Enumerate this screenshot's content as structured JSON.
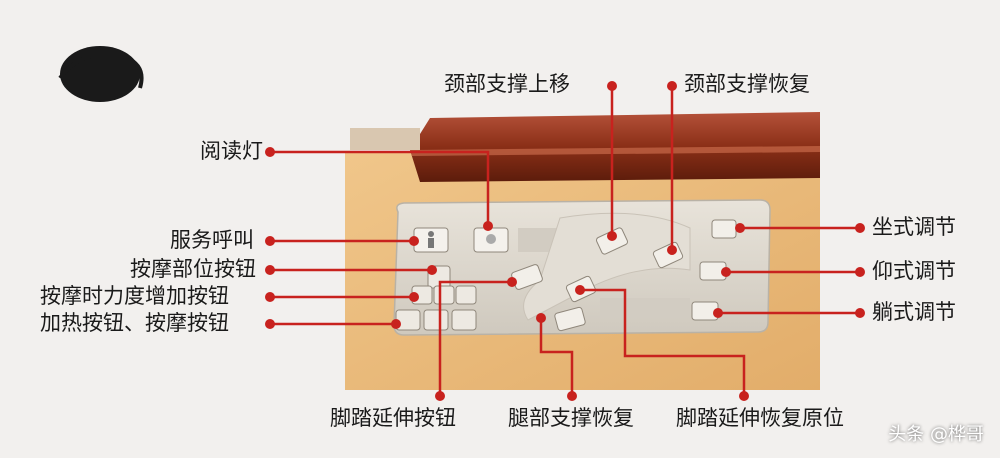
{
  "labels": {
    "neck_up": "颈部支撑上移",
    "neck_reset": "颈部支撑恢复",
    "reading_light": "阅读灯",
    "service_call": "服务呼叫",
    "massage_area": "按摩部位按钮",
    "massage_strength": "按摩时力度增加按钮",
    "heat_massage": "加热按钮、按摩按钮",
    "sit_mode": "坐式调节",
    "recline_mode": "仰式调节",
    "lie_flat_mode": "躺式调节",
    "footrest_extend": "脚踏延伸按钮",
    "leg_reset": "腿部支撑恢复",
    "footrest_reset": "脚踏延伸恢复原位"
  },
  "watermark": "头条 @桦哥",
  "colors": {
    "pointer": "#c8221e",
    "wood": "#8a2f17",
    "panel": "#e9b978",
    "control_pad": "#ddd8ce"
  }
}
